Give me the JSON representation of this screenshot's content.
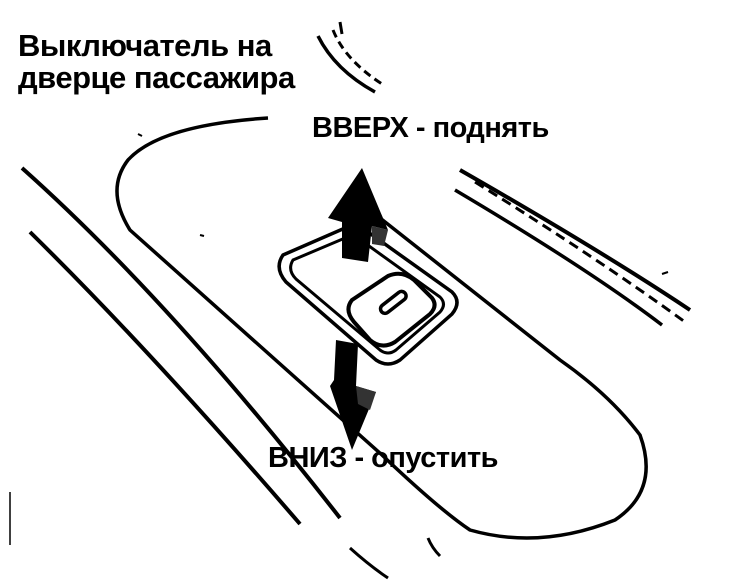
{
  "title": {
    "line1": "Выключатель на",
    "line2": "дверце пассажира"
  },
  "labels": {
    "up": "ВВЕРХ - поднять",
    "down": "ВНИЗ - опустить"
  }
}
